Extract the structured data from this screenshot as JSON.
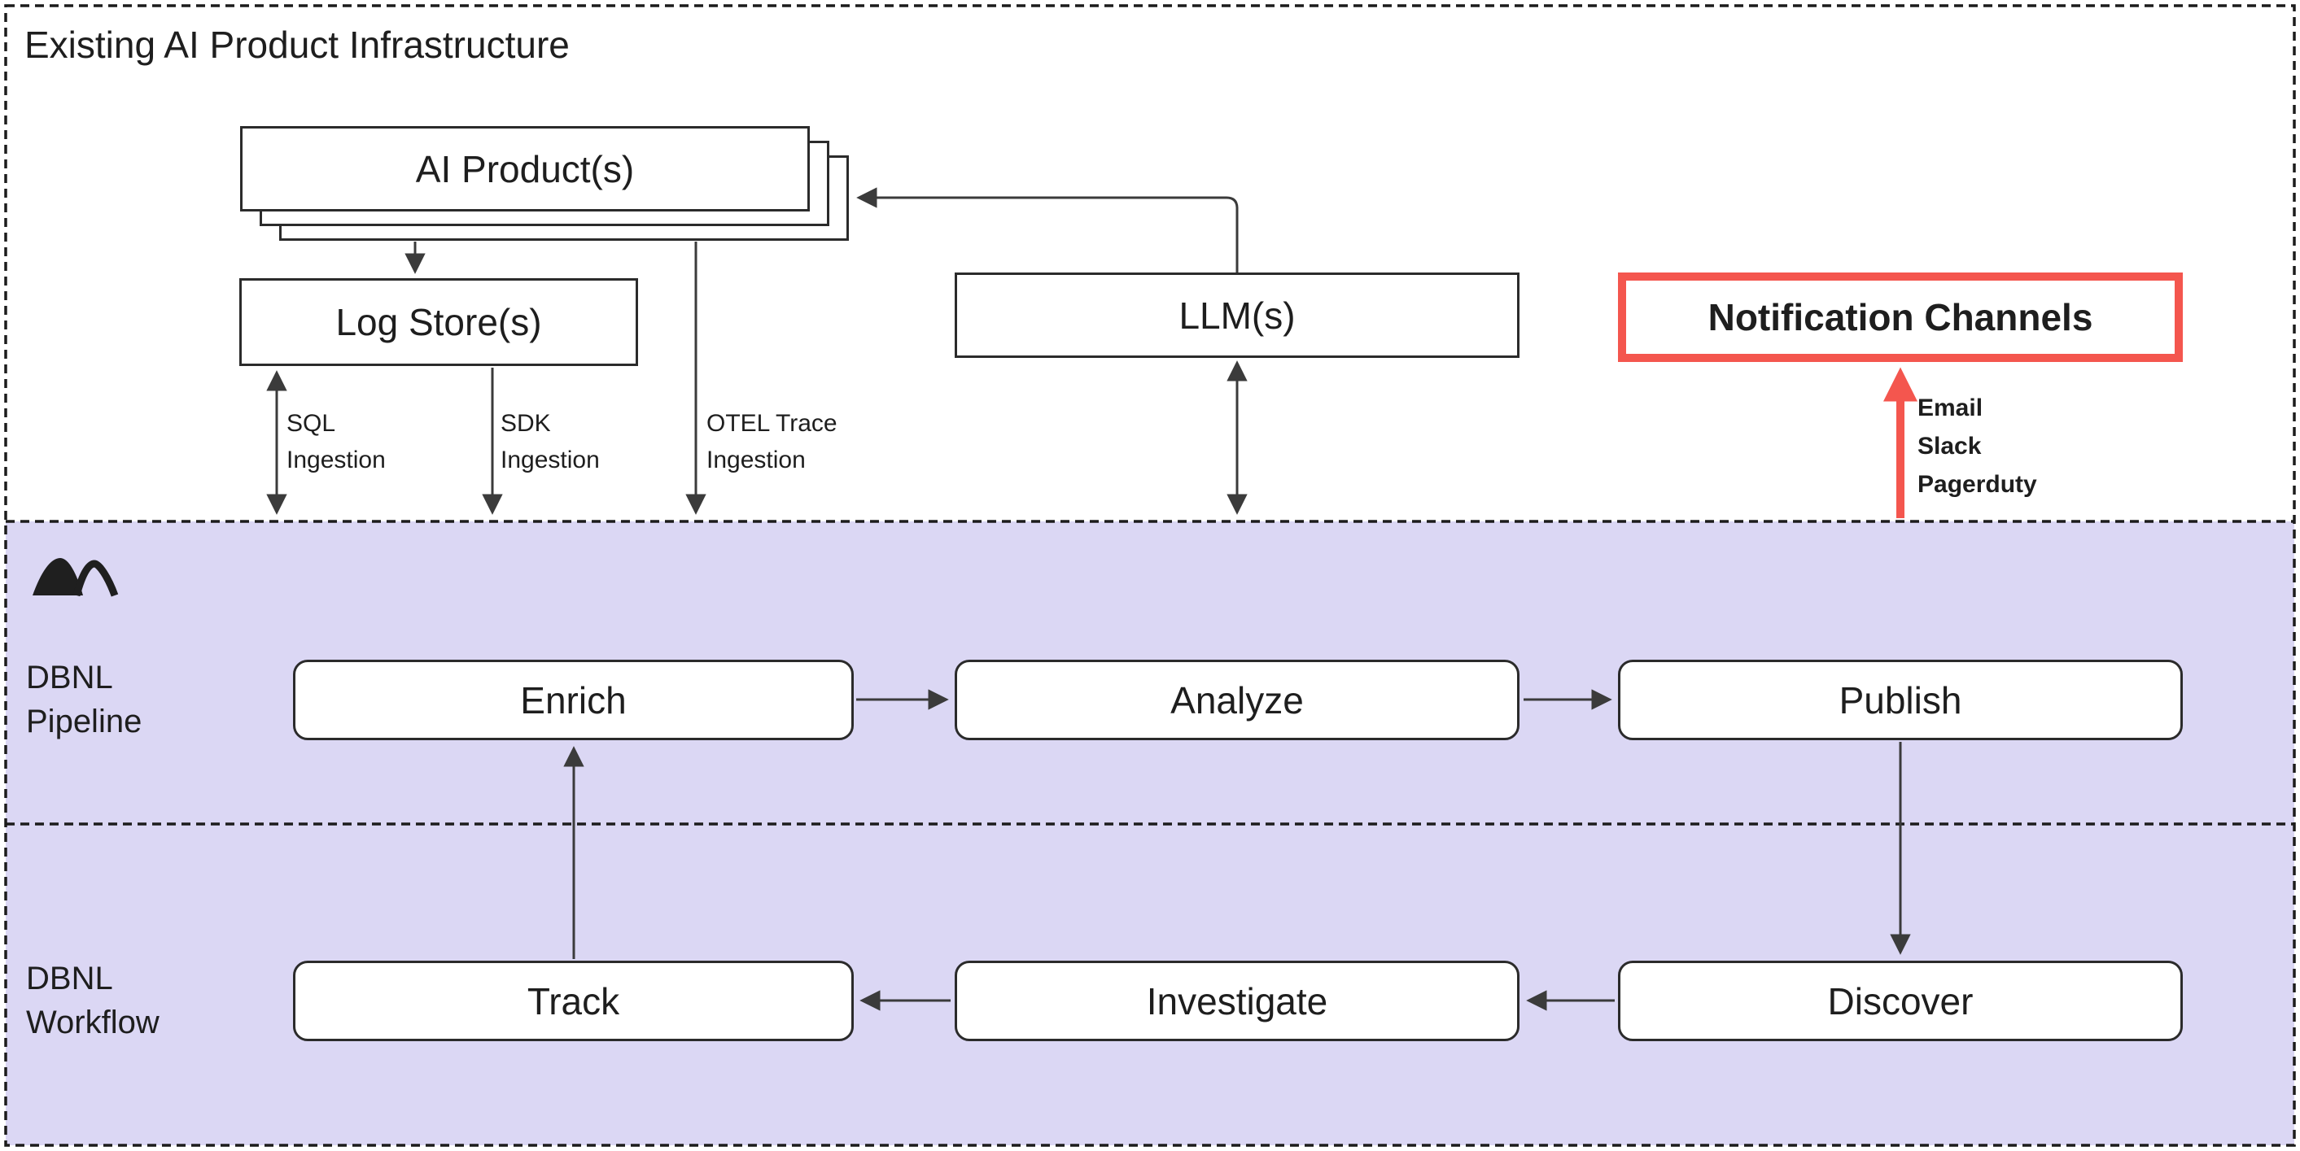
{
  "colors": {
    "section_bg": "#dbd7f4",
    "accent_red": "#f4564e",
    "line": "#3b3b3b",
    "text": "#1e1e1e"
  },
  "infrastructure": {
    "title": "Existing AI Product Infrastructure",
    "nodes": {
      "ai_product": "AI Product(s)",
      "log_store": "Log Store(s)",
      "llm": "LLM(s)",
      "notification": "Notification Channels"
    },
    "ingestion": {
      "sql": [
        "SQL",
        "Ingestion"
      ],
      "sdk": [
        "SDK",
        "Ingestion"
      ],
      "otel": [
        "OTEL Trace",
        "Ingestion"
      ]
    },
    "channels": [
      "Email",
      "Slack",
      "Pagerduty"
    ]
  },
  "pipeline": {
    "label": [
      "DBNL",
      "Pipeline"
    ],
    "steps": [
      "Enrich",
      "Analyze",
      "Publish"
    ]
  },
  "workflow": {
    "label": [
      "DBNL",
      "Workflow"
    ],
    "steps": [
      "Track",
      "Investigate",
      "Discover"
    ]
  }
}
